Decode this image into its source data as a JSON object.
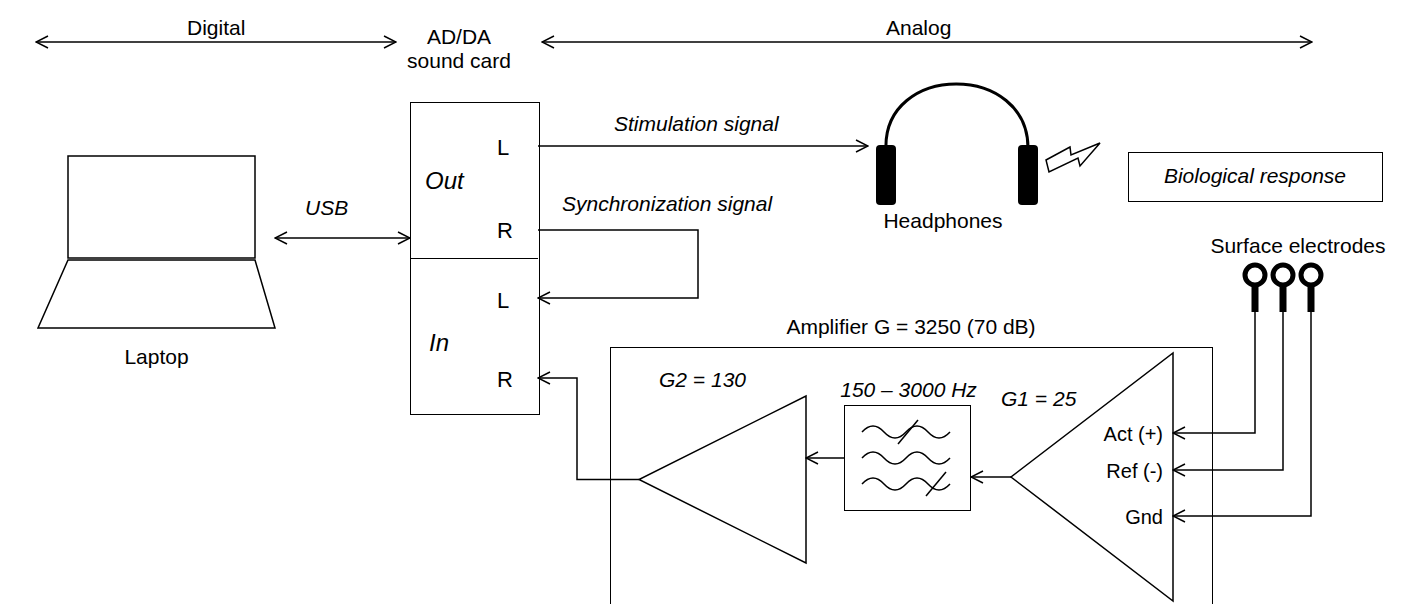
{
  "diagram": {
    "nodes": [
      {
        "text": [
          "Laptop"
        ]
      },
      {
        "text": [
          "AD/DA sound card"
        ]
      },
      {
        "text": [
          "Out",
          "L",
          "R"
        ],
        "in": 1
      },
      {
        "text": [
          "In",
          "L",
          "R"
        ],
        "in": 1
      },
      {
        "text": [
          "Headphones"
        ]
      },
      {
        "text": [
          "Biological response"
        ]
      },
      {
        "text": [
          "Surface electrodes"
        ]
      },
      {
        "text": [
          "Amplifier G = 3250 (70 dB)"
        ]
      },
      {
        "text": [
          "G2 = 130"
        ],
        "in": 7
      },
      {
        "text": [
          "150 – 3000 Hz"
        ],
        "in": 7
      },
      {
        "text": [
          "G1 = 25",
          "Act (+)",
          "Ref (-)",
          "Gnd"
        ],
        "in": 7
      }
    ],
    "edges": [
      {
        "from": 0,
        "to": 1,
        "arrow": "both",
        "label": "USB"
      },
      {
        "from": 2,
        "to": 4,
        "arrow": "to",
        "label": "Stimulation signal"
      },
      {
        "from": 2,
        "to": 3,
        "arrow": "to",
        "label": "Synchronization signal"
      },
      {
        "from": 6,
        "to": 10,
        "arrow": "to"
      },
      {
        "from": 6,
        "to": 10,
        "arrow": "to"
      },
      {
        "from": 6,
        "to": 10,
        "arrow": "to"
      },
      {
        "from": 10,
        "to": 9,
        "arrow": "to"
      },
      {
        "from": 9,
        "to": 8,
        "arrow": "to"
      },
      {
        "from": 8,
        "to": 3,
        "arrow": "to"
      }
    ],
    "labels": [
      "Digital",
      "Analog"
    ]
  }
}
